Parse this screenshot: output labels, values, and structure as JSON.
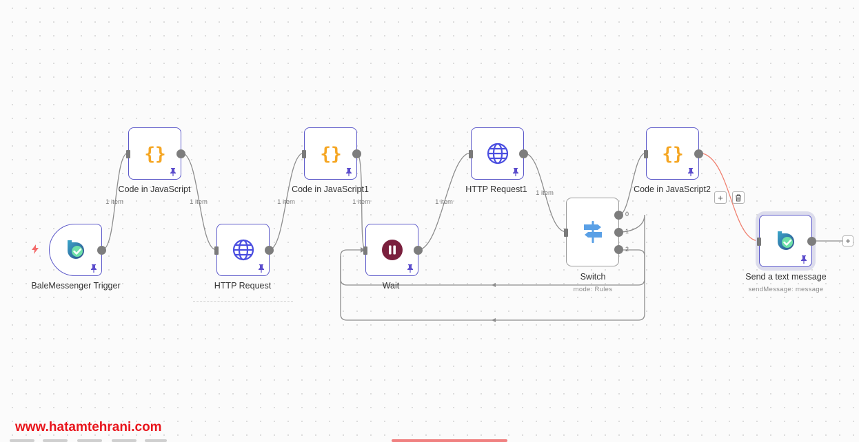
{
  "nodes": {
    "bale_trigger": {
      "label": "BaleMessenger Trigger",
      "icon": "bale-logo-icon"
    },
    "code_js": {
      "label": "Code in JavaScript",
      "icon": "code-braces-icon"
    },
    "http_request": {
      "label": "HTTP Request",
      "icon": "globe-icon"
    },
    "code_js1": {
      "label": "Code in JavaScript1",
      "icon": "code-braces-icon"
    },
    "wait": {
      "label": "Wait",
      "icon": "pause-icon"
    },
    "http_request1": {
      "label": "HTTP Request1",
      "icon": "globe-icon"
    },
    "switch": {
      "label": "Switch",
      "sublabel": "mode: Rules",
      "outputs": [
        "0",
        "1",
        "2"
      ],
      "icon": "switch-signpost-icon"
    },
    "code_js2": {
      "label": "Code in JavaScript2",
      "icon": "code-braces-icon"
    },
    "send_message": {
      "label": "Send a text message",
      "sublabel": "sendMessage: message",
      "icon": "bale-logo-icon"
    }
  },
  "edge_labels": {
    "e1": "1 item",
    "e2": "1 item",
    "e3": "1 item",
    "e4": "1 item",
    "e5": "1 item",
    "e6": "1 item"
  },
  "toolbar": {
    "add_symbol": "+",
    "delete_icon": "trash-icon"
  },
  "end_add_symbol": "+",
  "watermark": "www.hatamtehrani.com",
  "colors": {
    "node_border": "#5b58c9",
    "code_icon": "#f5a623",
    "globe_icon": "#4a4ee0",
    "wait_icon": "#7a1f3d",
    "switch_icon": "#5aa0e6",
    "edge": "#8a8a8a",
    "active_edge": "#f08070",
    "watermark": "#e8141b"
  }
}
